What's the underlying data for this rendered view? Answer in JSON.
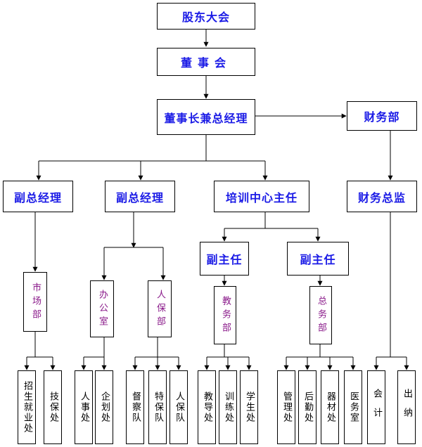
{
  "diagram": {
    "nodes": {
      "shareholders": "股东大会",
      "board": "董事会",
      "chairman": "董事长兼总经理",
      "finance_dept": "财务部",
      "vp1": "副总经理",
      "vp2": "副总经理",
      "training": "培训中心主任",
      "finance_director": "财务总监",
      "deputy1": "副主任",
      "deputy2": "副主任",
      "market": "市场部",
      "office": "办公室",
      "hr": "人保部",
      "teaching_dept": "教务部",
      "general_dept": "总务部",
      "recruit": "招生就业处",
      "tech_sec": "技保处",
      "personnel": "人事处",
      "planning": "企划处",
      "inspection": "督察队",
      "special_sec": "特保队",
      "people_sec": "人保队",
      "teaching_office": "教导处",
      "training_office": "训练处",
      "student_office": "学生处",
      "mgmt_office": "管理处",
      "logistics": "后勤处",
      "equipment": "器材处",
      "medical": "医务室",
      "accounting": "会计",
      "cashier": "出纳"
    }
  }
}
